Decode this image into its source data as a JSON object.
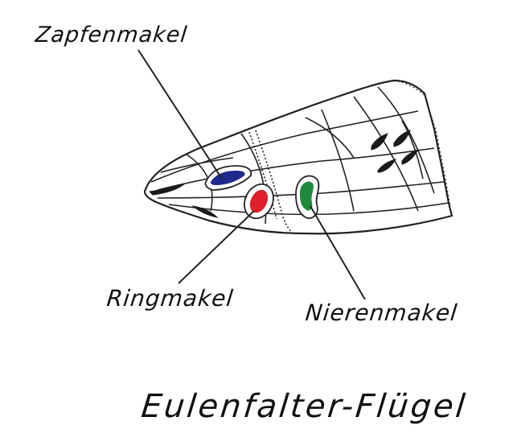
{
  "labels": {
    "zapfenmakel": "Zapfenmakel",
    "ringmakel": "Ringmakel",
    "nierenmakel": "Nierenmakel",
    "title": "Eulenfalter-Flügel"
  },
  "colors": {
    "ink": "#111111",
    "zapfenmakel_fill": "#1f2a8a",
    "ringmakel_fill": "#e0202a",
    "nierenmakel_fill": "#1f8a3a",
    "background": "#ffffff"
  }
}
